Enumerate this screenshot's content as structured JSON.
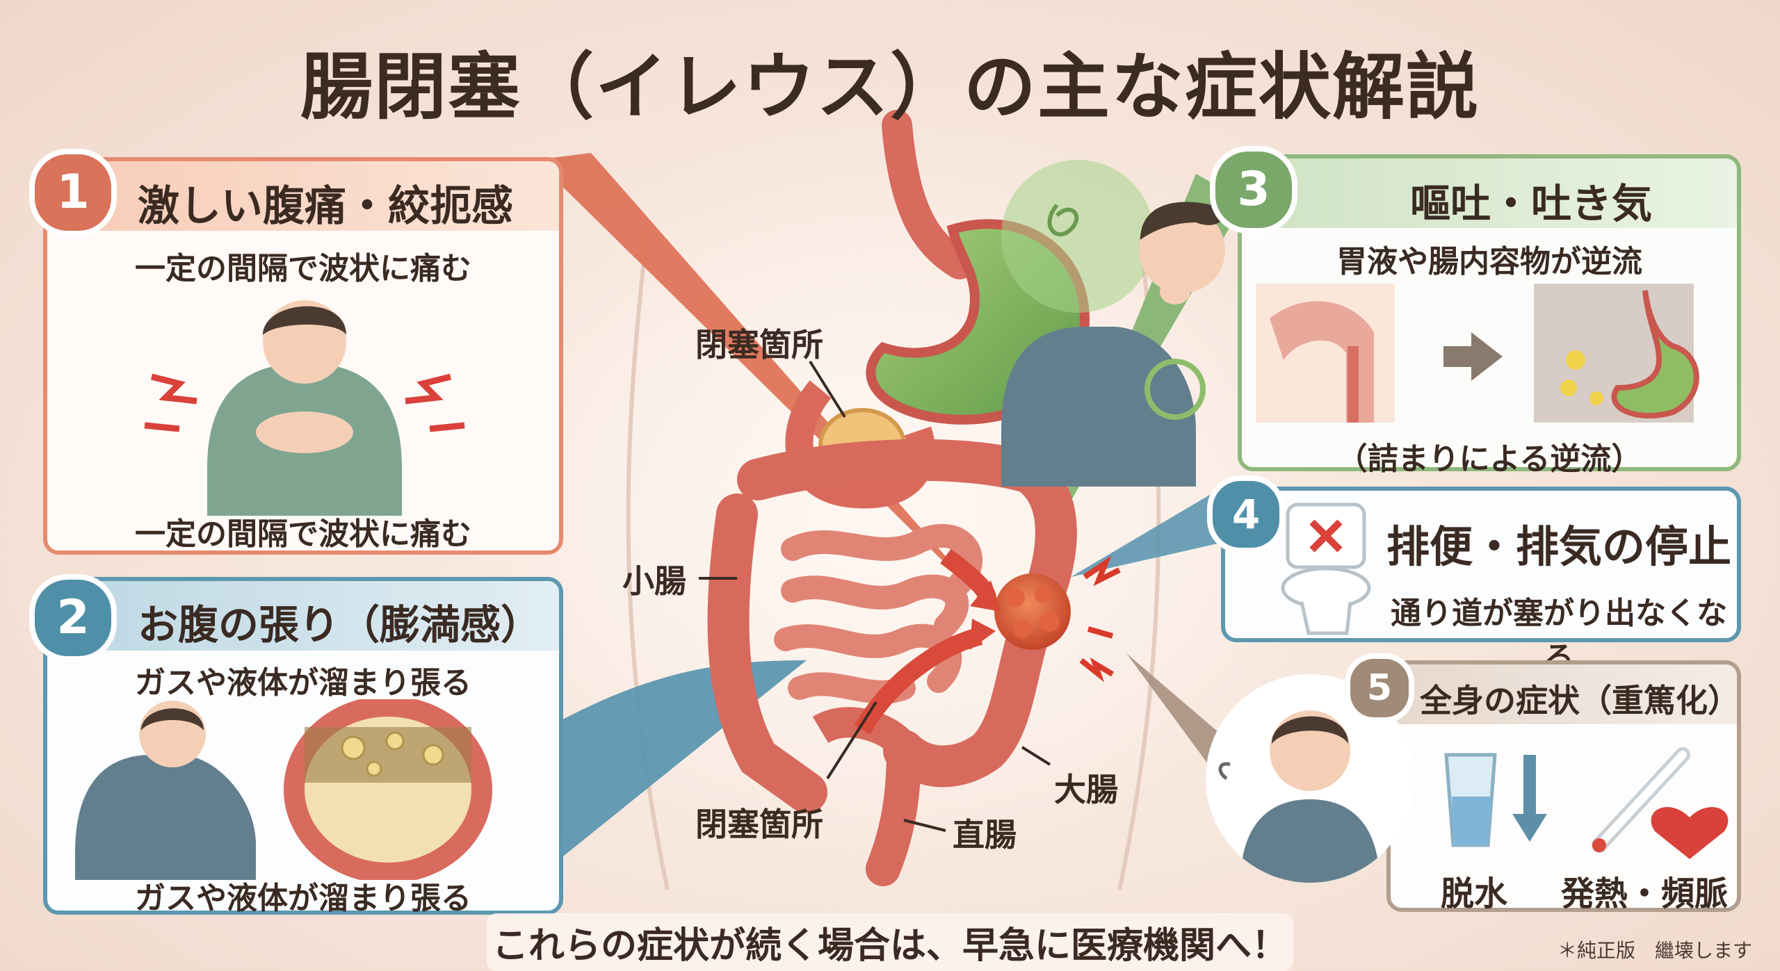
{
  "title": "腸閉塞（イレウス）の主な症状解説",
  "symptoms": [
    {
      "number": "1",
      "heading": "激しい腹痛・絞扼感",
      "caption_top": "一定の間隔で波状に痛む",
      "caption_bottom": "一定の間隔で波状に痛む"
    },
    {
      "number": "2",
      "heading": "お腹の張り（膨満感）",
      "caption_top": "ガスや液体が溜まり張る",
      "caption_bottom": "ガスや液体が溜まり張る"
    },
    {
      "number": "3",
      "heading": "嘔吐・吐き気",
      "caption_top": "胃液や腸内容物が逆流",
      "caption_bottom": "（詰まりによる逆流）"
    },
    {
      "number": "4",
      "heading": "排便・排気の停止",
      "caption_bottom": "通り道が塞がり出なくなる"
    },
    {
      "number": "5",
      "heading": "全身の症状（重篤化）",
      "item1": "脱水",
      "item2": "発熱・頻脈"
    }
  ],
  "anatomy": {
    "label_obstruction_top": "閉塞箇所",
    "label_small_intestine": "小腸",
    "label_obstruction_bottom": "閉塞箇所",
    "label_large_intestine": "大腸",
    "label_rectum": "直腸"
  },
  "footer": "これらの症状が続く場合は、早急に医療機関へ！",
  "note": "＊純正版　繼壊します",
  "colors": {
    "red": "#d9735a",
    "blue": "#4f8fa8",
    "green": "#7aa86a",
    "brown": "#a08a78"
  }
}
